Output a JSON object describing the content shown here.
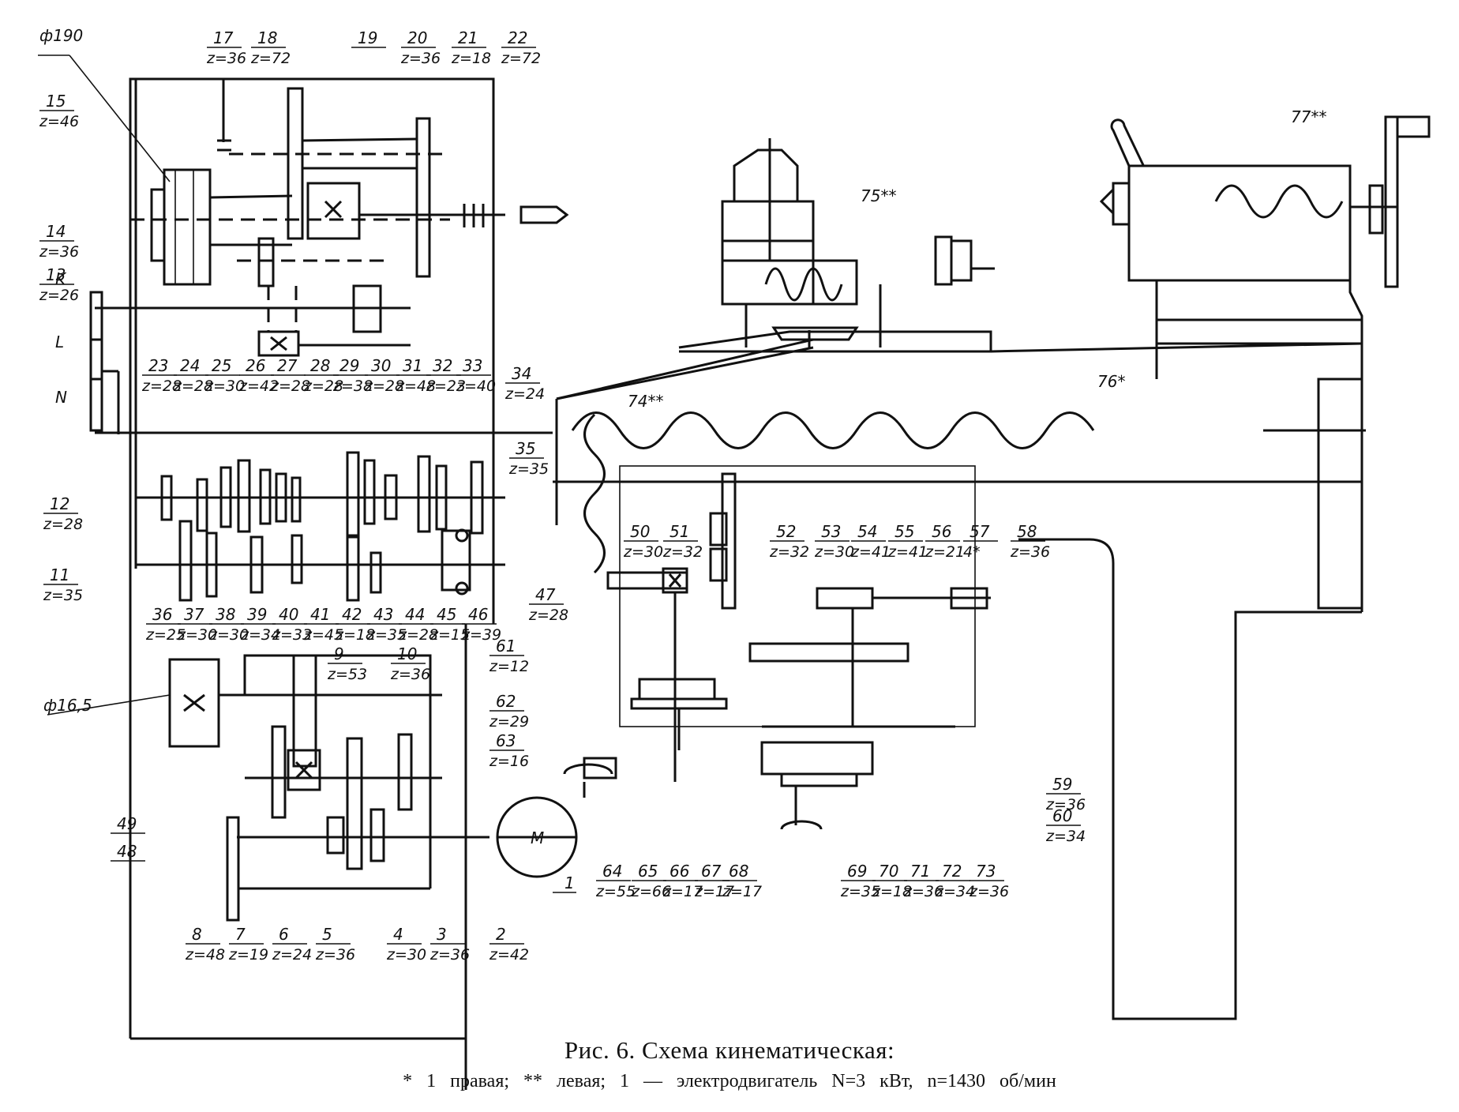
{
  "figure": {
    "caption": "Рис. 6. Схема кинематическая:",
    "legend": "* 1 правая; ** левая; 1 — электродвигатель N=3 кВт, n=1430 об/мин"
  },
  "diameters": [
    {
      "id": "d190",
      "label": "ф190"
    },
    {
      "id": "d165",
      "label": "ф16,5"
    }
  ],
  "motor": {
    "symbol": "M",
    "number": "1",
    "power": "N=3 кВт",
    "speed": "n=1430 об/мин"
  },
  "letter_gears": [
    "K",
    "L",
    "N"
  ],
  "gears": [
    {
      "n": "2",
      "z": "z=42"
    },
    {
      "n": "3",
      "z": "z=36"
    },
    {
      "n": "4",
      "z": "z=30"
    },
    {
      "n": "5",
      "z": "z=36"
    },
    {
      "n": "6",
      "z": "z=24"
    },
    {
      "n": "7",
      "z": "z=19"
    },
    {
      "n": "8",
      "z": "z=48"
    },
    {
      "n": "9",
      "z": "z=53"
    },
    {
      "n": "10",
      "z": "z=36"
    },
    {
      "n": "11",
      "z": "z=35"
    },
    {
      "n": "12",
      "z": "z=28"
    },
    {
      "n": "13",
      "z": "z=26"
    },
    {
      "n": "14",
      "z": "z=36"
    },
    {
      "n": "15",
      "z": "z=46"
    },
    {
      "n": "17",
      "z": "z=36"
    },
    {
      "n": "18",
      "z": "z=72"
    },
    {
      "n": "19",
      "z": ""
    },
    {
      "n": "20",
      "z": "z=36"
    },
    {
      "n": "21",
      "z": "z=18"
    },
    {
      "n": "22",
      "z": "z=72"
    },
    {
      "n": "23",
      "z": "z=28"
    },
    {
      "n": "24",
      "z": "z=28"
    },
    {
      "n": "25",
      "z": "z=30"
    },
    {
      "n": "26",
      "z": "z=42"
    },
    {
      "n": "27",
      "z": "z=28"
    },
    {
      "n": "28",
      "z": "z=28"
    },
    {
      "n": "29",
      "z": "z=38"
    },
    {
      "n": "30",
      "z": "z=28"
    },
    {
      "n": "31",
      "z": "z=48"
    },
    {
      "n": "32",
      "z": "z=23"
    },
    {
      "n": "33",
      "z": "z=40"
    },
    {
      "n": "34",
      "z": "z=24"
    },
    {
      "n": "35",
      "z": "z=35"
    },
    {
      "n": "36",
      "z": "z=25"
    },
    {
      "n": "37",
      "z": "z=30"
    },
    {
      "n": "38",
      "z": "z=30"
    },
    {
      "n": "39",
      "z": "z=34"
    },
    {
      "n": "40",
      "z": "z=33"
    },
    {
      "n": "41",
      "z": "z=45"
    },
    {
      "n": "42",
      "z": "z=18"
    },
    {
      "n": "43",
      "z": "z=35"
    },
    {
      "n": "44",
      "z": "z=28"
    },
    {
      "n": "45",
      "z": "z=15"
    },
    {
      "n": "46",
      "z": "z=39"
    },
    {
      "n": "47",
      "z": "z=28"
    },
    {
      "n": "48",
      "z": ""
    },
    {
      "n": "49",
      "z": ""
    },
    {
      "n": "50",
      "z": "z=30"
    },
    {
      "n": "51",
      "z": "z=32"
    },
    {
      "n": "52",
      "z": "z=32"
    },
    {
      "n": "53",
      "z": "z=30"
    },
    {
      "n": "54",
      "z": "z=41"
    },
    {
      "n": "55",
      "z": "z=41"
    },
    {
      "n": "56",
      "z": "z=21"
    },
    {
      "n": "57",
      "z": "4*"
    },
    {
      "n": "58",
      "z": "z=36"
    },
    {
      "n": "59",
      "z": "z=36"
    },
    {
      "n": "60",
      "z": "z=34"
    },
    {
      "n": "61",
      "z": "z=12"
    },
    {
      "n": "62",
      "z": "z=29"
    },
    {
      "n": "63",
      "z": "z=16"
    },
    {
      "n": "64",
      "z": "z=55"
    },
    {
      "n": "65",
      "z": "z=66"
    },
    {
      "n": "66",
      "z": "z=17"
    },
    {
      "n": "67",
      "z": "z=17"
    },
    {
      "n": "68",
      "z": "z=17"
    },
    {
      "n": "69",
      "z": "z=35"
    },
    {
      "n": "70",
      "z": "z=18"
    },
    {
      "n": "71",
      "z": "z=36"
    },
    {
      "n": "72",
      "z": "z=34"
    },
    {
      "n": "73",
      "z": "z=36"
    }
  ],
  "screws": [
    {
      "n": "74**",
      "desc": "lead screw (left)"
    },
    {
      "n": "75**",
      "desc": "cross slide screw (left)"
    },
    {
      "n": "76*",
      "desc": "lead screw (right)"
    },
    {
      "n": "77**",
      "desc": "tailstock screw (left)"
    }
  ]
}
